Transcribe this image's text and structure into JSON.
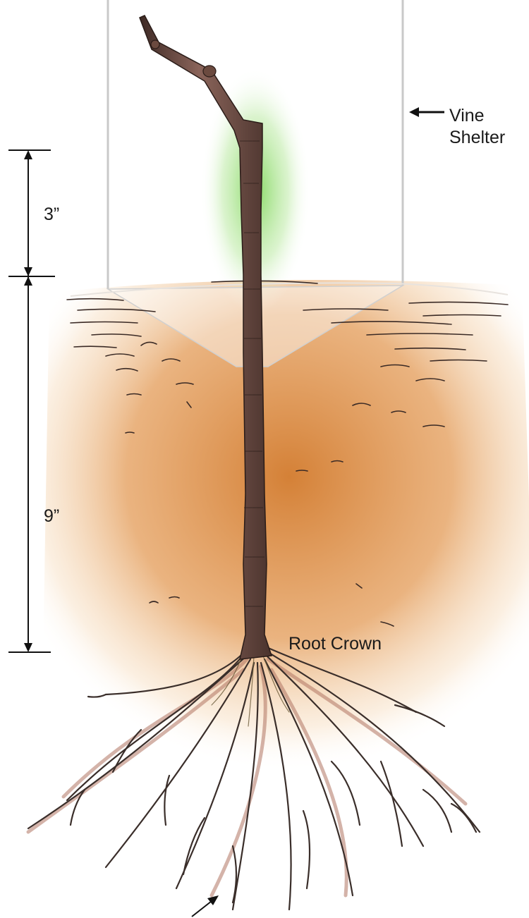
{
  "labels": {
    "depth_above": "3”",
    "depth_below": "9”",
    "shelter_line1": "Vine",
    "shelter_line2": "Shelter",
    "root_crown": "Root Crown"
  },
  "colors": {
    "soil": "#d9853a",
    "stem": "#6b4a3f",
    "stem_dark": "#3b2722",
    "glow": "#8fdc6a",
    "roots": "#3a2e2a",
    "root_shadow": "#a86a55",
    "shelter": "#c9c9c9",
    "dimension_line": "#111111"
  },
  "icons": [
    "arrow-left-icon",
    "arrow-up-right-icon",
    "dimension-arrow-icon"
  ]
}
